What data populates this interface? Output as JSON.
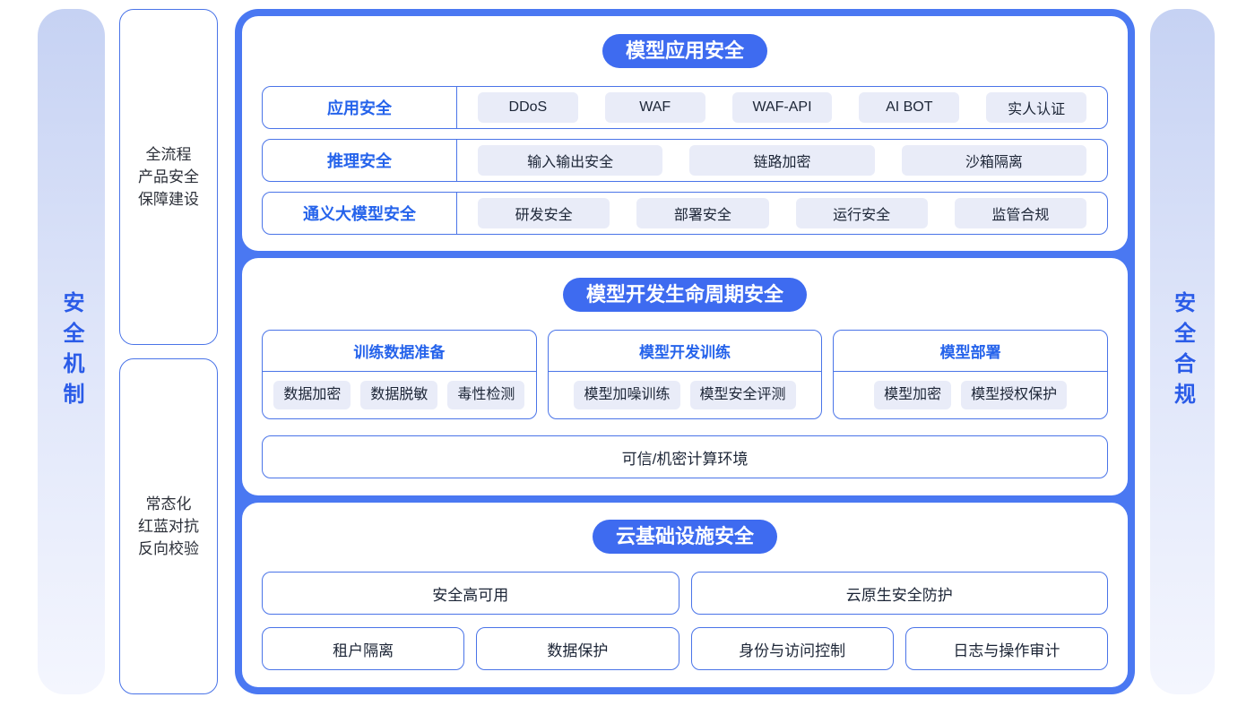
{
  "colors": {
    "frame_blue": "#4A78F2",
    "pill_blue": "#3E6BF0",
    "border_blue": "#4A74E8",
    "label_blue": "#2563EB",
    "chip_bg": "#E9ECF8",
    "rail_gradient_top": "#C6D2F3",
    "rail_gradient_bottom": "#F4F6FE",
    "text_dark": "#1C2536"
  },
  "left_rail": {
    "label": "安全机制"
  },
  "right_rail": {
    "label": "安全合规"
  },
  "side_boxes": [
    {
      "lines": [
        "全流程",
        "产品安全",
        "保障建设"
      ]
    },
    {
      "lines": [
        "常态化",
        "红蓝对抗",
        "反向校验"
      ]
    }
  ],
  "sections": [
    {
      "title": "模型应用安全",
      "rows": [
        {
          "label": "应用安全",
          "chips": [
            "DDoS",
            "WAF",
            "WAF-API",
            "AI BOT",
            "实人认证"
          ]
        },
        {
          "label": "推理安全",
          "chips": [
            "输入输出安全",
            "链路加密",
            "沙箱隔离"
          ]
        },
        {
          "label": "通义大模型安全",
          "chips": [
            "研发安全",
            "部署安全",
            "运行安全",
            "监管合规"
          ]
        }
      ]
    },
    {
      "title": "模型开发生命周期安全",
      "cards": [
        {
          "title": "训练数据准备",
          "chips": [
            "数据加密",
            "数据脱敏",
            "毒性检测"
          ]
        },
        {
          "title": "模型开发训练",
          "chips": [
            "模型加噪训练",
            "模型安全评测"
          ]
        },
        {
          "title": "模型部署",
          "chips": [
            "模型加密",
            "模型授权保护"
          ]
        }
      ],
      "footer": "可信/机密计算环境"
    },
    {
      "title": "云基础设施安全",
      "row1": [
        "安全高可用",
        "云原生安全防护"
      ],
      "row2": [
        "租户隔离",
        "数据保护",
        "身份与访问控制",
        "日志与操作审计"
      ]
    }
  ]
}
